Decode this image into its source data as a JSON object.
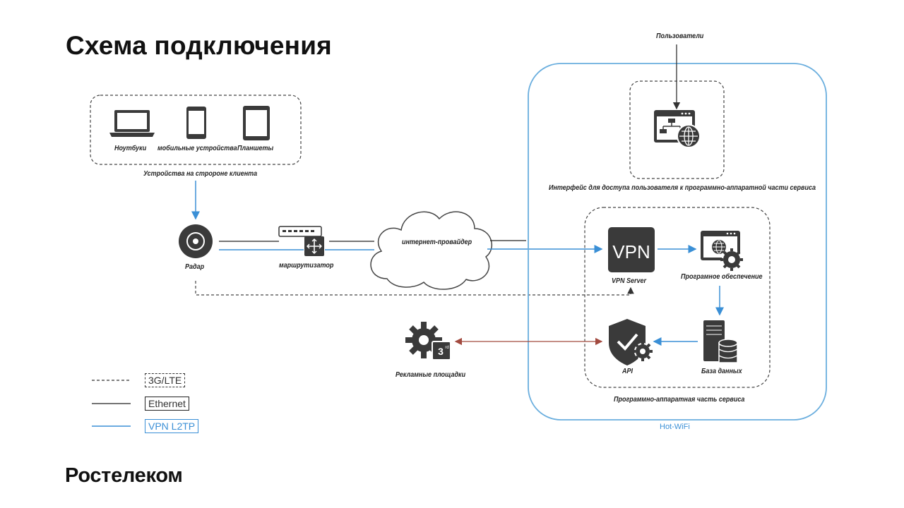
{
  "header": {
    "title": "Схема подключения"
  },
  "brand": {
    "name": "Ростелеком"
  },
  "client": {
    "group_label": "Устройства на стророне клиента",
    "devices": [
      {
        "label": "Ноутбуки",
        "icon": "laptop-icon"
      },
      {
        "label": "мобильные устройства",
        "icon": "smartphone-icon"
      },
      {
        "label": "Планшеты",
        "icon": "tablet-icon"
      }
    ]
  },
  "network": {
    "radar": "Радар",
    "router": "маршрутизатор",
    "provider": "интернет-провайдер",
    "ads": "Рекламные площадки",
    "ads_badge": "3",
    "ads_badge_sup": "rd"
  },
  "service": {
    "container_label": "Hot-WiFi",
    "users": "Пользователи",
    "interface_label": "Интерфейс для доступа пользователя к программно-аппаратной части сервиса",
    "vpn_text": "VPN",
    "vpn_server": "VPN Server",
    "software": "Програмное обеспечение",
    "api": "API",
    "database": "База данных",
    "hw_label": "Программно-аппаратная часть сервиса"
  },
  "legend": [
    {
      "label": "3G/LTE",
      "style": "dashed"
    },
    {
      "label": "Ethernet",
      "style": "solid"
    },
    {
      "label": "VPN L2TP",
      "style": "vpn"
    }
  ],
  "colors": {
    "vpn_line": "#3a8fd6",
    "container": "#6aaede",
    "ads_link": "#a24a3f",
    "icon_dark": "#3a3a3a"
  }
}
